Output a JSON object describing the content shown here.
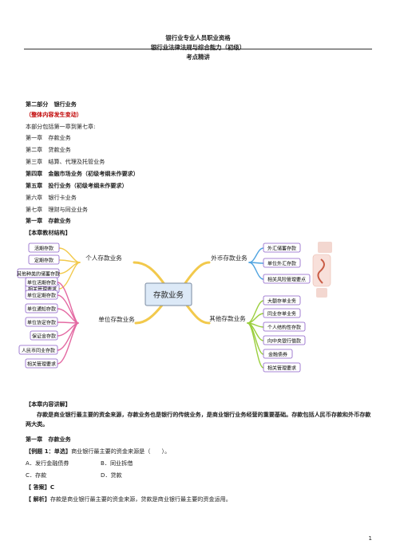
{
  "header": {
    "title1": "银行业专业人员职业资格",
    "title2": "银行业法律法规与综合能力（初级）",
    "title3": "考点精讲"
  },
  "intro": {
    "part": "第二部分　银行业务",
    "note": "（整体内容发生变动）",
    "desc": "本部分包括第一章到第七章:",
    "chapters": [
      "第一章　存款业务",
      "第二章　贷款业务",
      "第三章　结算、代理及托管业务",
      "第四章　金融市场业务（初级考纲未作要求）",
      "第五章　投行业务（初级考纲未作要求）",
      "第六章　银行卡业务",
      "第七章　理财与同业业务"
    ],
    "chapter_title": "第一章　存款业务",
    "structure_label": "【本章教材结构】"
  },
  "mindmap": {
    "center": "存款业务",
    "personal": {
      "label": "个人存款业务",
      "items": [
        "活期存款",
        "定期存款",
        "其他种类的储蓄存款",
        "相关管理要求"
      ]
    },
    "foreign": {
      "label": "外币存款业务",
      "items": [
        "外汇储蓄存款",
        "单位外汇存款",
        "相关风险管理要点"
      ]
    },
    "unit": {
      "label": "单位存款业务",
      "items": [
        "单位活期存款",
        "单位定期存款",
        "单位通知存款",
        "单位协定存款",
        "保证金存款",
        "人民币同业存款",
        "相关管理要求"
      ]
    },
    "other": {
      "label": "其他存款业务",
      "items": [
        "大额存单业务",
        "同业存单业务",
        "个人结构性存款",
        "向中央银行借款",
        "金融债券",
        "相关管理要求"
      ]
    }
  },
  "content": {
    "label": "【本章内容讲解】",
    "paragraph": "存款是商业银行最主要的资金来源，存款业务也是银行的传统业务，是商业银行业务经营的重要基础。存款包括人民币存款和外币存款两大类。",
    "chapter_title": "第一章　存款业务",
    "example_tag": "【例题 1：单选】",
    "example_question": "商业银行最主要的资金来源是（　　）。",
    "option_a": "A．发行金融债券",
    "option_b": "B．同业拆借",
    "option_c": "C．存款",
    "option_d": "D．贷款",
    "answer_tag": "【 答案】",
    "answer_value": "C",
    "analysis_tag": "【 解析】",
    "analysis_text": "存款是商业银行最主要的资金来源，贷款是商业银行最主要的资金运用。"
  },
  "page_number": "1",
  "colors": {
    "branch": "#f2c94c",
    "root_fill": "#dce9f7",
    "node_border": "#8a5ec7",
    "unit_stroke": "#e46aa3",
    "foreign_stroke": "#4fa3e0",
    "other_stroke": "#9bcf3e"
  }
}
